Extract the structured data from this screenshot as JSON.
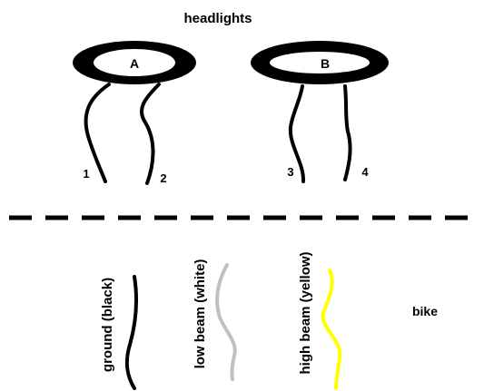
{
  "title": "headlights",
  "headlights": [
    {
      "label": "A",
      "wires": [
        "1",
        "2"
      ]
    },
    {
      "label": "B",
      "wires": [
        "3",
        "4"
      ]
    }
  ],
  "bike": {
    "label": "bike",
    "wires": [
      {
        "label": "ground (black)",
        "color": "#000000"
      },
      {
        "label": "low beam (white)",
        "color": "#c0c0c0"
      },
      {
        "label": "high beam (yellow)",
        "color": "#ffff00"
      }
    ]
  },
  "colors": {
    "outline": "#000000",
    "background": "#ffffff"
  }
}
